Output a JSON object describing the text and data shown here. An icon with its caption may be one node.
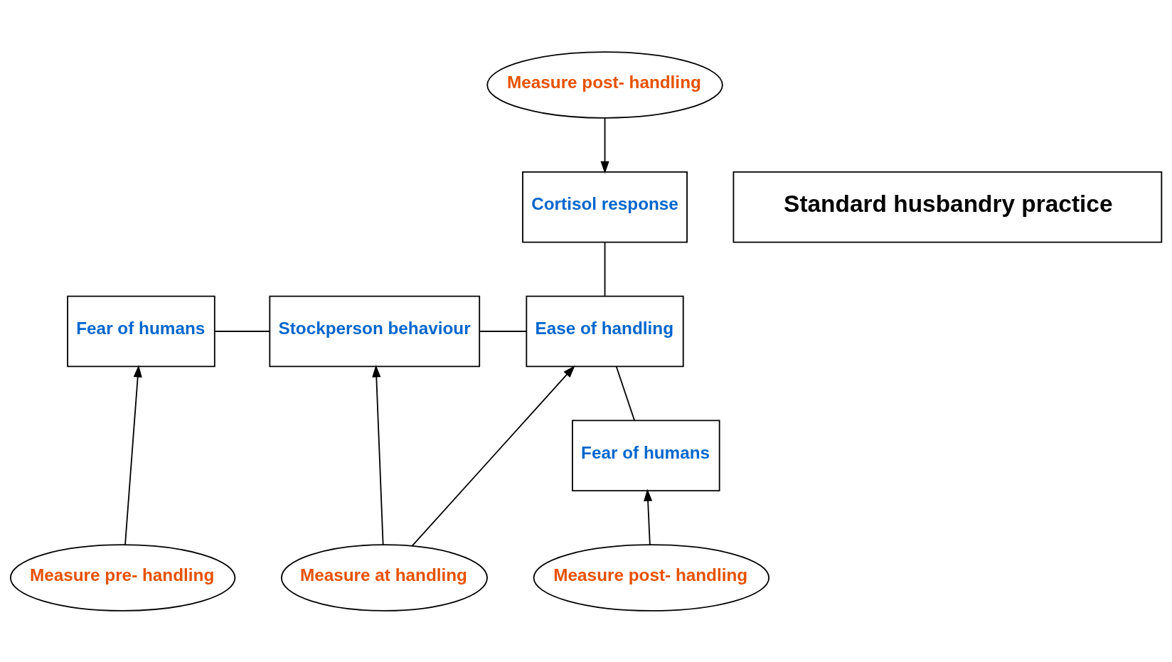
{
  "diagram": {
    "nodes": [
      {
        "text": [
          "Measure post- handling"
        ]
      },
      {
        "text": [
          "Standard husbandry practice"
        ]
      },
      {
        "text": [
          "Cortisol response"
        ]
      },
      {
        "text": [
          "Fear of humans"
        ]
      },
      {
        "text": [
          "Stockperson behaviour"
        ]
      },
      {
        "text": [
          "Ease of handling"
        ]
      },
      {
        "text": [
          "Fear of humans"
        ]
      },
      {
        "text": [
          "Measure pre- handling"
        ]
      },
      {
        "text": [
          "Measure at handling"
        ]
      },
      {
        "text": [
          "Measure post- handling"
        ]
      }
    ],
    "edges": [
      {
        "from": 0,
        "to": 2,
        "arrow": "to"
      },
      {
        "from": 3,
        "to": 4,
        "arrow": "none"
      },
      {
        "from": 4,
        "to": 5,
        "arrow": "none"
      },
      {
        "from": 5,
        "to": 2,
        "arrow": "none"
      },
      {
        "from": 5,
        "to": 6,
        "arrow": "none"
      },
      {
        "from": 7,
        "to": 3,
        "arrow": "to"
      },
      {
        "from": 8,
        "to": 4,
        "arrow": "to"
      },
      {
        "from": 8,
        "to": 5,
        "arrow": "to"
      },
      {
        "from": 9,
        "to": 6,
        "arrow": "to"
      }
    ]
  }
}
